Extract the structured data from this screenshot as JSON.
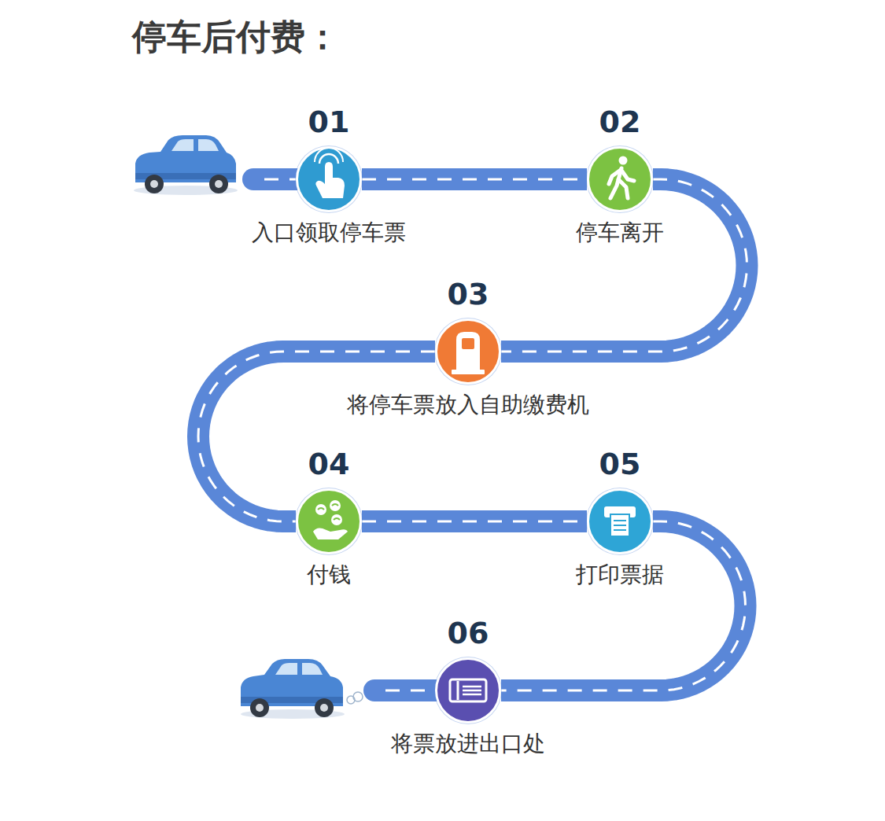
{
  "diagram": {
    "title": "停车后付费：",
    "nodes": [
      {
        "text": [
          "01",
          "入口领取停车票"
        ]
      },
      {
        "text": [
          "02",
          "停车离开"
        ]
      },
      {
        "text": [
          "03",
          "将停车票放入自助缴费机"
        ]
      },
      {
        "text": [
          "04",
          "付钱"
        ]
      },
      {
        "text": [
          "05",
          "打印票据"
        ]
      },
      {
        "text": [
          "06",
          "将票放进出口处"
        ]
      }
    ],
    "edges": [
      {
        "from": 0,
        "to": 1,
        "arrow": "none"
      },
      {
        "from": 1,
        "to": 2,
        "arrow": "none"
      },
      {
        "from": 2,
        "to": 3,
        "arrow": "none"
      },
      {
        "from": 3,
        "to": 4,
        "arrow": "none"
      },
      {
        "from": 4,
        "to": 5,
        "arrow": "none"
      }
    ]
  }
}
